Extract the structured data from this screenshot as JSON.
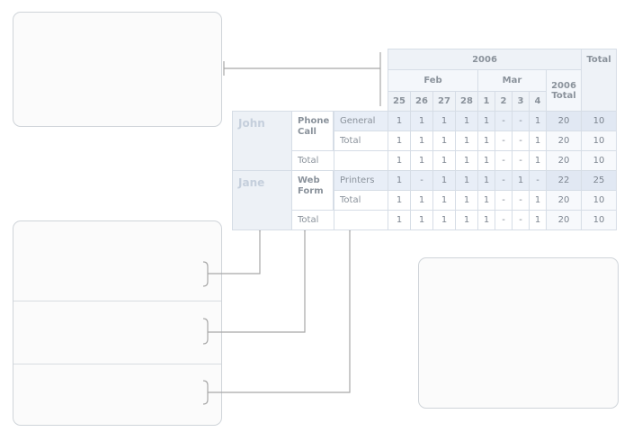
{
  "colors": {
    "border": "#cfd4d9",
    "header_bg": "#eef2f7",
    "highlight_bg": "#e8eef7",
    "connector": "#a8a8a8"
  },
  "header": {
    "year": "2006",
    "total_label": "Total",
    "months": [
      {
        "label": "Feb"
      },
      {
        "label": "Mar"
      }
    ],
    "year_total_label": "2006 Total",
    "days": [
      "25",
      "26",
      "27",
      "28",
      "1",
      "2",
      "3",
      "4"
    ]
  },
  "persons": [
    {
      "name": "John",
      "group": "Phone Call",
      "rows": [
        {
          "label": "General",
          "values": [
            "1",
            "1",
            "1",
            "1",
            "1",
            "-",
            "-",
            "1"
          ],
          "year_total": "20",
          "total": "10",
          "highlight": true
        },
        {
          "label": "Total",
          "values": [
            "1",
            "1",
            "1",
            "1",
            "1",
            "-",
            "-",
            "1"
          ],
          "year_total": "20",
          "total": "10",
          "highlight": false
        }
      ],
      "total_row": {
        "label": "Total",
        "values": [
          "1",
          "1",
          "1",
          "1",
          "1",
          "-",
          "-",
          "1"
        ],
        "year_total": "20",
        "total": "10"
      }
    },
    {
      "name": "Jane",
      "group": "Web Form",
      "rows": [
        {
          "label": "Printers",
          "values": [
            "1",
            "-",
            "1",
            "1",
            "1",
            "-",
            "1",
            "-"
          ],
          "year_total": "22",
          "total": "25",
          "highlight": true
        },
        {
          "label": "Total",
          "values": [
            "1",
            "1",
            "1",
            "1",
            "1",
            "-",
            "-",
            "1"
          ],
          "year_total": "20",
          "total": "10",
          "highlight": false
        }
      ],
      "total_row": {
        "label": "Total",
        "values": [
          "1",
          "1",
          "1",
          "1",
          "1",
          "-",
          "-",
          "1"
        ],
        "year_total": "20",
        "total": "10"
      }
    }
  ]
}
